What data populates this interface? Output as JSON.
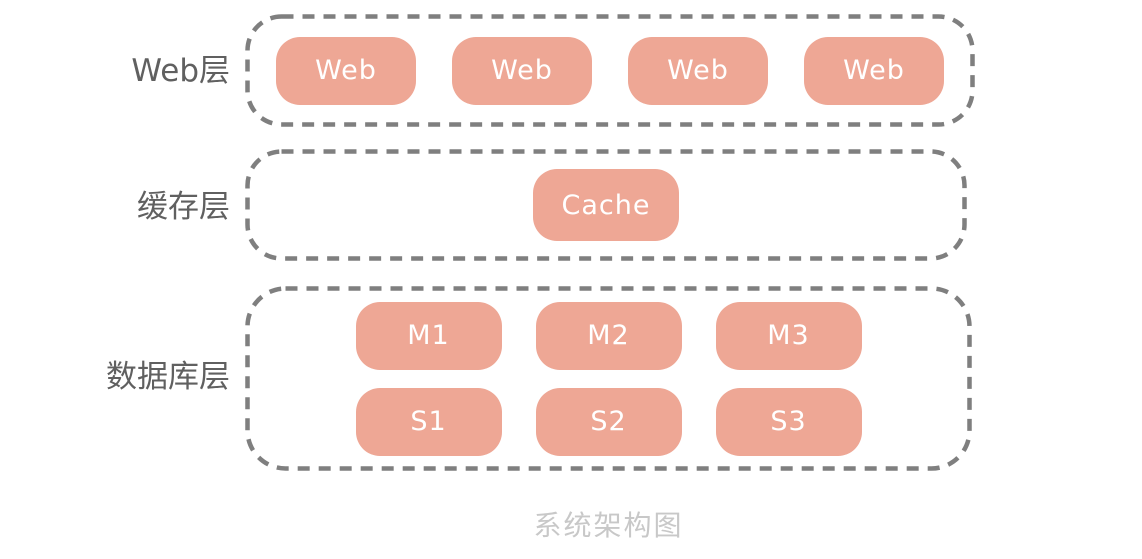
{
  "diagram_title": "系统架构图",
  "colors": {
    "node_fill": "#eea795",
    "node_text": "#ffffff",
    "border_dash": "#7f7f7f",
    "label_text": "#606060",
    "title_text": "#c8c8c8",
    "background": "#ffffff"
  },
  "layers": [
    {
      "label": "Web层",
      "nodes": [
        "Web",
        "Web",
        "Web",
        "Web"
      ]
    },
    {
      "label": "缓存层",
      "nodes": [
        "Cache"
      ]
    },
    {
      "label": "数据库层",
      "rows": [
        [
          "M1",
          "M2",
          "M3"
        ],
        [
          "S1",
          "S2",
          "S3"
        ]
      ]
    }
  ]
}
